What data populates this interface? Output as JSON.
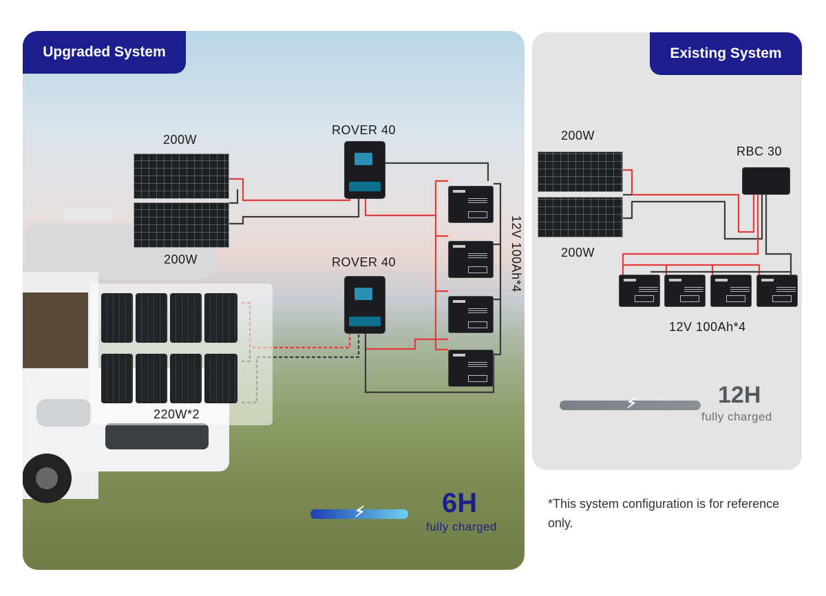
{
  "upgraded": {
    "tag": "Upgraded System",
    "panel_top_label": "200W",
    "panel_bottom_label": "200W",
    "controller_top_label": "ROVER 40",
    "controller_bottom_label": "ROVER 40",
    "flexible_panels_label": "220W*2",
    "battery_label": "12V 100Ah*4",
    "charge_time": "6H",
    "charge_caption": "fully charged"
  },
  "existing": {
    "tag": "Existing System",
    "panel_top_label": "200W",
    "panel_bottom_label": "200W",
    "controller_label": "RBC 30",
    "battery_label": "12V 100Ah*4",
    "charge_time": "12H",
    "charge_caption": "fully charged"
  },
  "footnote": "*This system configuration is  for reference only.",
  "colors": {
    "tag_bg": "#1c1d8f",
    "upgraded_time": "#1c1d8f",
    "existing_time": "#555a60",
    "wire_positive": "#e23b3b",
    "wire_negative": "#3a3a3a"
  },
  "icons": [
    "lightning-bolt-icon"
  ]
}
